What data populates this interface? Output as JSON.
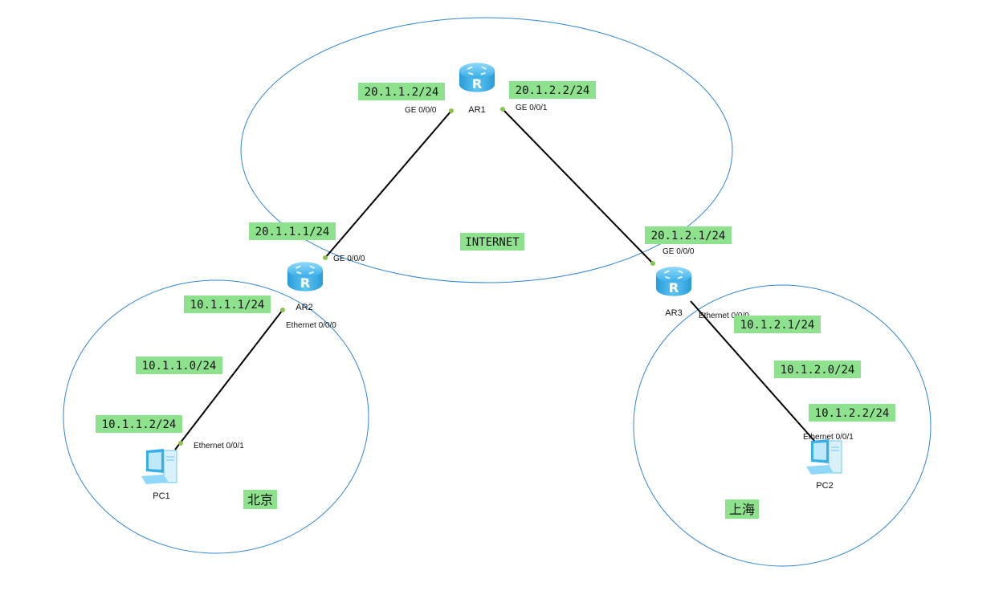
{
  "colors": {
    "region_border": "#2e86d6",
    "link": "#000000",
    "port_dot": "#8bc34a",
    "label_bg": "#8ee28e",
    "router": "#3aaee8"
  },
  "devices": {
    "ar1": {
      "name": "AR1",
      "icon": "router-icon"
    },
    "ar2": {
      "name": "AR2",
      "icon": "router-icon"
    },
    "ar3": {
      "name": "AR3",
      "icon": "router-icon"
    },
    "pc1": {
      "name": "PC1",
      "icon": "pc-icon"
    },
    "pc2": {
      "name": "PC2",
      "icon": "pc-icon"
    }
  },
  "ports": {
    "ar1_left": "GE 0/0/0",
    "ar1_right": "GE 0/0/1",
    "ar2_up": "GE 0/0/0",
    "ar2_down": "Ethernet 0/0/0",
    "ar3_up": "GE 0/0/0",
    "ar3_down": "Ethernet 0/0/0",
    "pc1": "Ethernet 0/0/1",
    "pc2": "Ethernet 0/0/1"
  },
  "addresses": {
    "ar1_left": "20.1.1.2/24",
    "ar1_right": "20.1.2.2/24",
    "ar2_wan": "20.1.1.1/24",
    "ar3_wan": "20.1.2.1/24",
    "ar2_lan": "10.1.1.1/24",
    "net_bj": "10.1.1.0/24",
    "pc1": "10.1.1.2/24",
    "ar3_lan": "10.1.2.1/24",
    "net_sh": "10.1.2.0/24",
    "pc2": "10.1.2.2/24"
  },
  "regions": {
    "internet": "INTERNET",
    "beijing": "北京",
    "shanghai": "上海"
  }
}
